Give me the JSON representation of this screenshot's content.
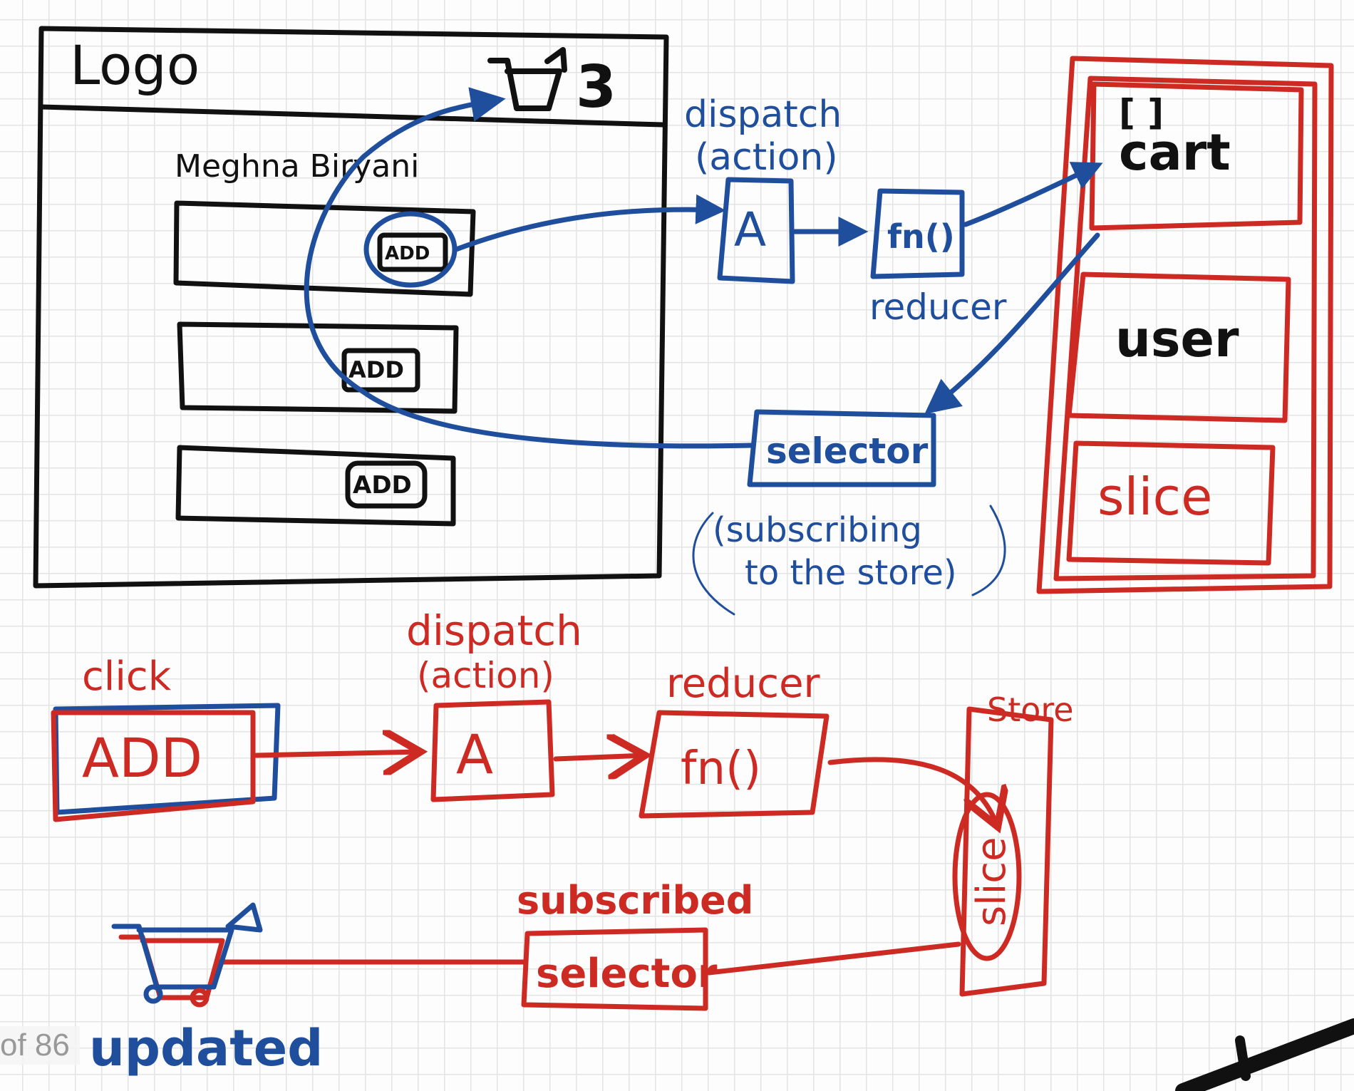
{
  "mockup": {
    "logo": "Logo",
    "cart_count": "3",
    "store_name": "Meghna Biryani",
    "add_buttons": [
      "ADD",
      "ADD",
      "ADD"
    ]
  },
  "top_flow": {
    "dispatch_label_1": "dispatch",
    "dispatch_label_2": "(action)",
    "action_box": "A",
    "reducer_box": "fn()",
    "reducer_label": "reducer",
    "selector_box": "selector",
    "subscribe_note_1": "(subscribing",
    "subscribe_note_2": "to the store)"
  },
  "store": {
    "cart_brackets": "[ ]",
    "cart": "cart",
    "user": "user",
    "slice": "slice"
  },
  "bottom_flow": {
    "click_label": "click",
    "add_box": "ADD",
    "dispatch_label_1": "dispatch",
    "dispatch_label_2": "(action)",
    "action_box": "A",
    "reducer_label": "reducer",
    "reducer_box": "fn()",
    "store_label": "Store",
    "slice_label": "slice",
    "subscribed_label": "subscribed",
    "selector_box": "selector",
    "updated_label": "updated"
  },
  "page_counter": "of 86",
  "colors": {
    "ink_black": "#111111",
    "ink_blue": "#1f4e9c",
    "ink_red": "#cc2a22"
  }
}
